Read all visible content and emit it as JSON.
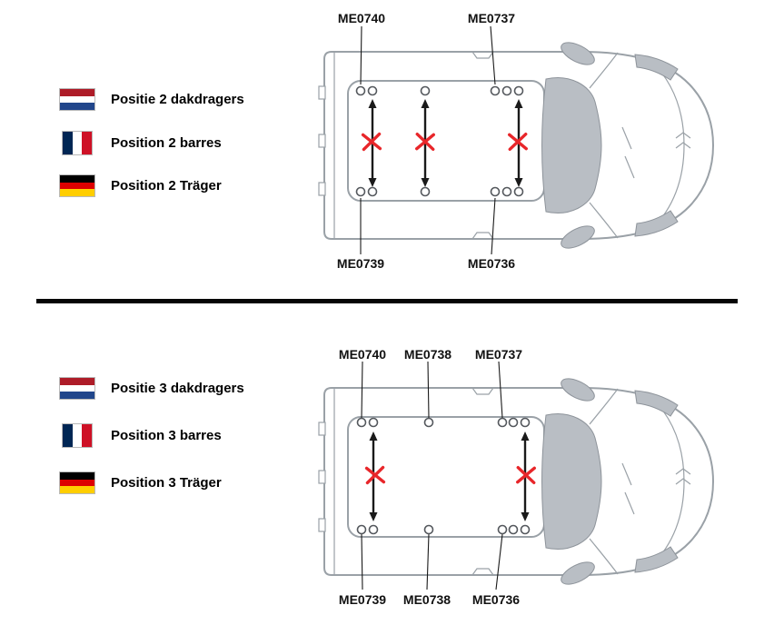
{
  "page": {
    "background": "#ffffff"
  },
  "colors": {
    "accent_red": "#e8262a",
    "van_outline": "#9aa1a7",
    "glass": "#b9bec4",
    "line": "#1a1a1a"
  },
  "flags": {
    "netherlands": [
      "#AE1C28",
      "#FFFFFF",
      "#21468B"
    ],
    "france": [
      "#002654",
      "#FFFFFF",
      "#CE1126"
    ],
    "germany": [
      "#000000",
      "#DD0000",
      "#FFCE00"
    ]
  },
  "sections": [
    {
      "id": "position-2",
      "legend": [
        {
          "flag": "netherlands",
          "label": "Positie 2 dakdragers"
        },
        {
          "flag": "france",
          "label": "Position 2 barres"
        },
        {
          "flag": "germany",
          "label": "Position 2 Träger"
        }
      ],
      "top_labels": [
        "ME0740",
        "ME0737"
      ],
      "bottom_labels": [
        "ME0739",
        "ME0736"
      ],
      "crossed_positions": 3
    },
    {
      "id": "position-3",
      "legend": [
        {
          "flag": "netherlands",
          "label": "Positie 3 dakdragers"
        },
        {
          "flag": "france",
          "label": "Position 3 barres"
        },
        {
          "flag": "germany",
          "label": "Position 3 Träger"
        }
      ],
      "top_labels": [
        "ME0740",
        "ME0738",
        "ME0737"
      ],
      "bottom_labels": [
        "ME0739",
        "ME0738",
        "ME0736"
      ],
      "crossed_positions": 2
    }
  ]
}
